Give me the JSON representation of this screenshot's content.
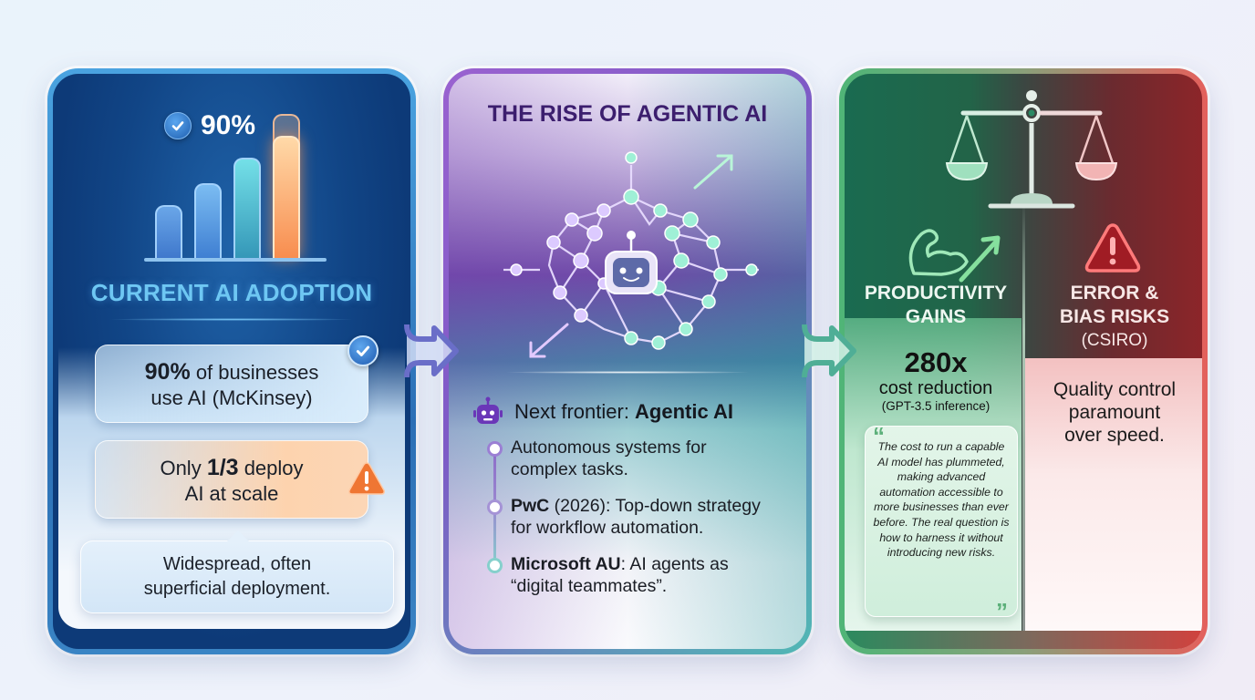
{
  "panels": {
    "adoption": {
      "title": "CURRENT AI ADOPTION",
      "hero_stat": "90%",
      "icons": {
        "hero": "check-circle-icon",
        "card1": "check-circle-icon",
        "card2": "warning-triangle-icon"
      },
      "card1": {
        "bold": "90%",
        "line1_rest": " of businesses",
        "line2": "use AI (McKinsey)"
      },
      "card2": {
        "prefix": "Only ",
        "bold": "1/3",
        "line1_rest": " deploy",
        "line2": "AI at scale"
      },
      "callout": {
        "line1": "Widespread, often",
        "line2": "superficial deployment."
      },
      "colors": {
        "accent": "#6ec7f3",
        "bg": "#0d3a78",
        "highlight": "#f88d4f"
      }
    },
    "agentic": {
      "title": "THE RISE OF AGENTIC AI",
      "frontier_prefix": "Next frontier: ",
      "frontier_bold": "Agentic AI",
      "items": [
        {
          "bold": "",
          "line1": "Autonomous systems for",
          "line2": "complex tasks."
        },
        {
          "bold": "PwC",
          "line1": " (2026): Top-down strategy",
          "line2": "for workflow automation."
        },
        {
          "bold": "Microsoft AU",
          "line1": ": AI agents as",
          "line2": "“digital teammates”."
        }
      ],
      "icons": {
        "hero": "robot-brain-network-icon",
        "frontier": "robot-icon"
      },
      "colors": {
        "title": "#3c1e6e",
        "purple": "#7e5ac6",
        "teal": "#50b8b4"
      }
    },
    "tradeoff": {
      "icons": {
        "top": "balance-scale-icon",
        "left": "flexed-bicep-icon",
        "right": "warning-triangle-icon"
      },
      "left_title_1": "PRODUCTIVITY",
      "left_title_2": "GAINS",
      "stat_number": "280x",
      "stat_label": "cost reduction",
      "stat_sub": "(GPT-3.5 inference)",
      "quote_open": "“",
      "quote_close": "”",
      "quote": "The cost to run a capable AI model has plummeted, making advanced automation accessible to more businesses than ever before. The real question is how to harness it without introducing new risks.",
      "right_title_1": "ERROR &",
      "right_title_2": "BIAS RISKS",
      "right_source": "(CSIRO)",
      "right_text_1": "Quality control",
      "right_text_2": "paramount",
      "right_text_3": "over speed.",
      "colors": {
        "green": "#1a6b50",
        "red": "#8c2529"
      }
    }
  },
  "connectors": [
    "arrow-right-icon",
    "arrow-right-icon"
  ]
}
